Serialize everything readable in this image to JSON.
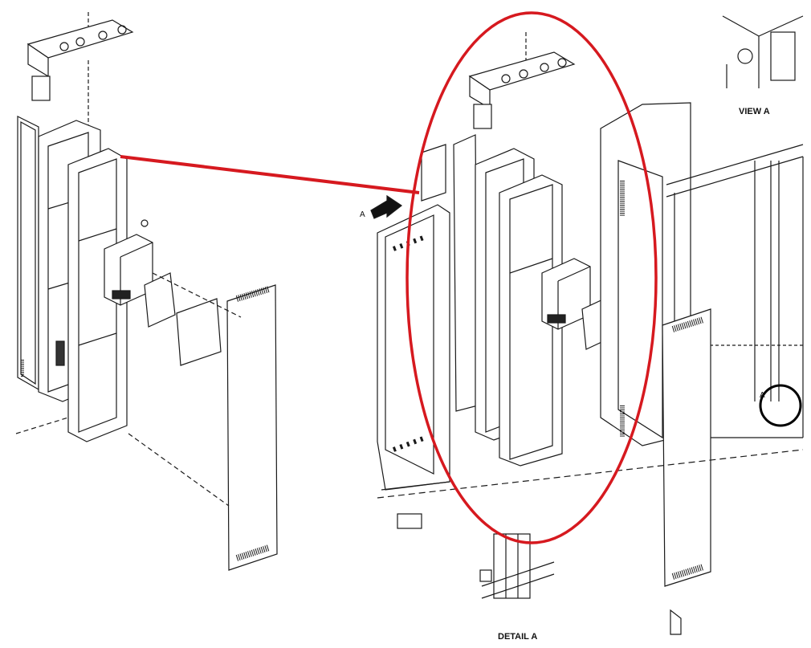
{
  "labels": {
    "view_a": "VIEW A",
    "detail_a": "DETAIL A",
    "arrow_marker": "A",
    "detail_marker": "A"
  },
  "colors": {
    "highlight": "#d6191f",
    "line": "#1a1a1a"
  }
}
